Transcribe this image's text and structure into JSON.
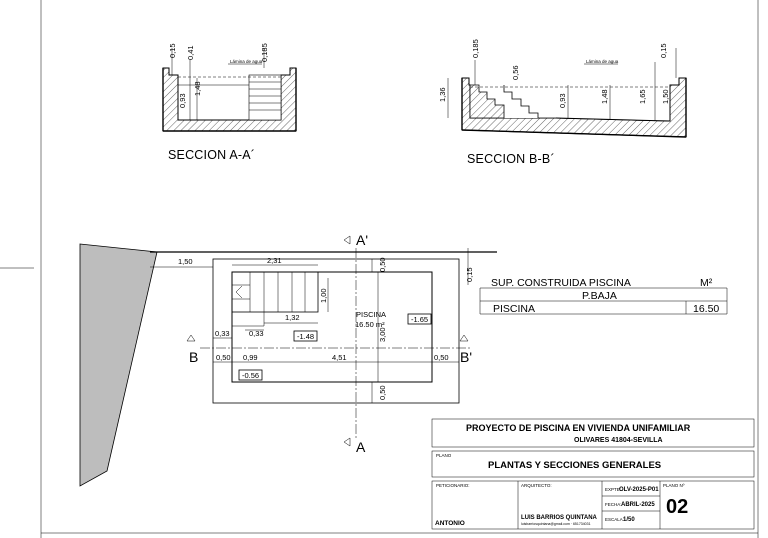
{
  "section_aa": {
    "title": "SECCION A-A´",
    "water_label": "Lámina de agua",
    "dims": [
      "0,15",
      "0,41",
      "0,185",
      "0,93",
      "1,48"
    ]
  },
  "section_bb": {
    "title": "SECCION B-B´",
    "water_label": "Lámina de agua",
    "dims": [
      "0,185",
      "0,56",
      "0,15",
      "1,36",
      "0,93",
      "1,48",
      "1,65",
      "1,50"
    ]
  },
  "plan": {
    "cut_a_top": "A'",
    "cut_a_bottom": "A",
    "cut_b_left": "B",
    "cut_b_right": "B'",
    "pool_label": "PISCINA",
    "pool_area": "16.50 m²",
    "dims": {
      "setback": "1,50",
      "stair_width": "2,31",
      "top_margin": "0,50",
      "wall": "0,15",
      "stair_depth": "1,00",
      "step_len": "1,32",
      "pool_width": "3,00",
      "left_a": "0,33",
      "left_b": "0,33",
      "bottom_margin": "0,50",
      "left_margin": "0,50",
      "stair_len": "0,99",
      "pool_len": "4,51",
      "right_margin": "0,50"
    },
    "levels": [
      "-1.65",
      "-1.48",
      "-0.56"
    ]
  },
  "area_table": {
    "col_label": "SUP. CONSTRUIDA PISCINA",
    "col_unit": "M²",
    "floor": "P.BAJA",
    "row_label": "PISCINA",
    "row_value": "16.50"
  },
  "title_block": {
    "project": "PROYECTO DE PISCINA EN VIVIENDA UNIFAMILIAR",
    "location": "OLIVARES 41804-SEVILLA",
    "plano_label": "PLANO",
    "plano_title": "PLANTAS Y SECCIONES GENERALES",
    "peticionario_label": "PETICIONARIO:",
    "peticionario": "ANTONIO",
    "arquitecto_label": "ARQUITECTO:",
    "arquitecto": "LUIS BARRIOS QUINTANA",
    "arquitecto_contact": "luisbarriosquintana@gmail.com · 651734031",
    "expte_label": "EXPTE:",
    "expte": "OLV-2025-P01",
    "fecha_label": "FECHA:",
    "fecha": "ABRIL-2025",
    "escala_label": "ESCALA:",
    "escala": "1/50",
    "plano_n_label": "PLANO Nº",
    "plano_n": "02"
  }
}
